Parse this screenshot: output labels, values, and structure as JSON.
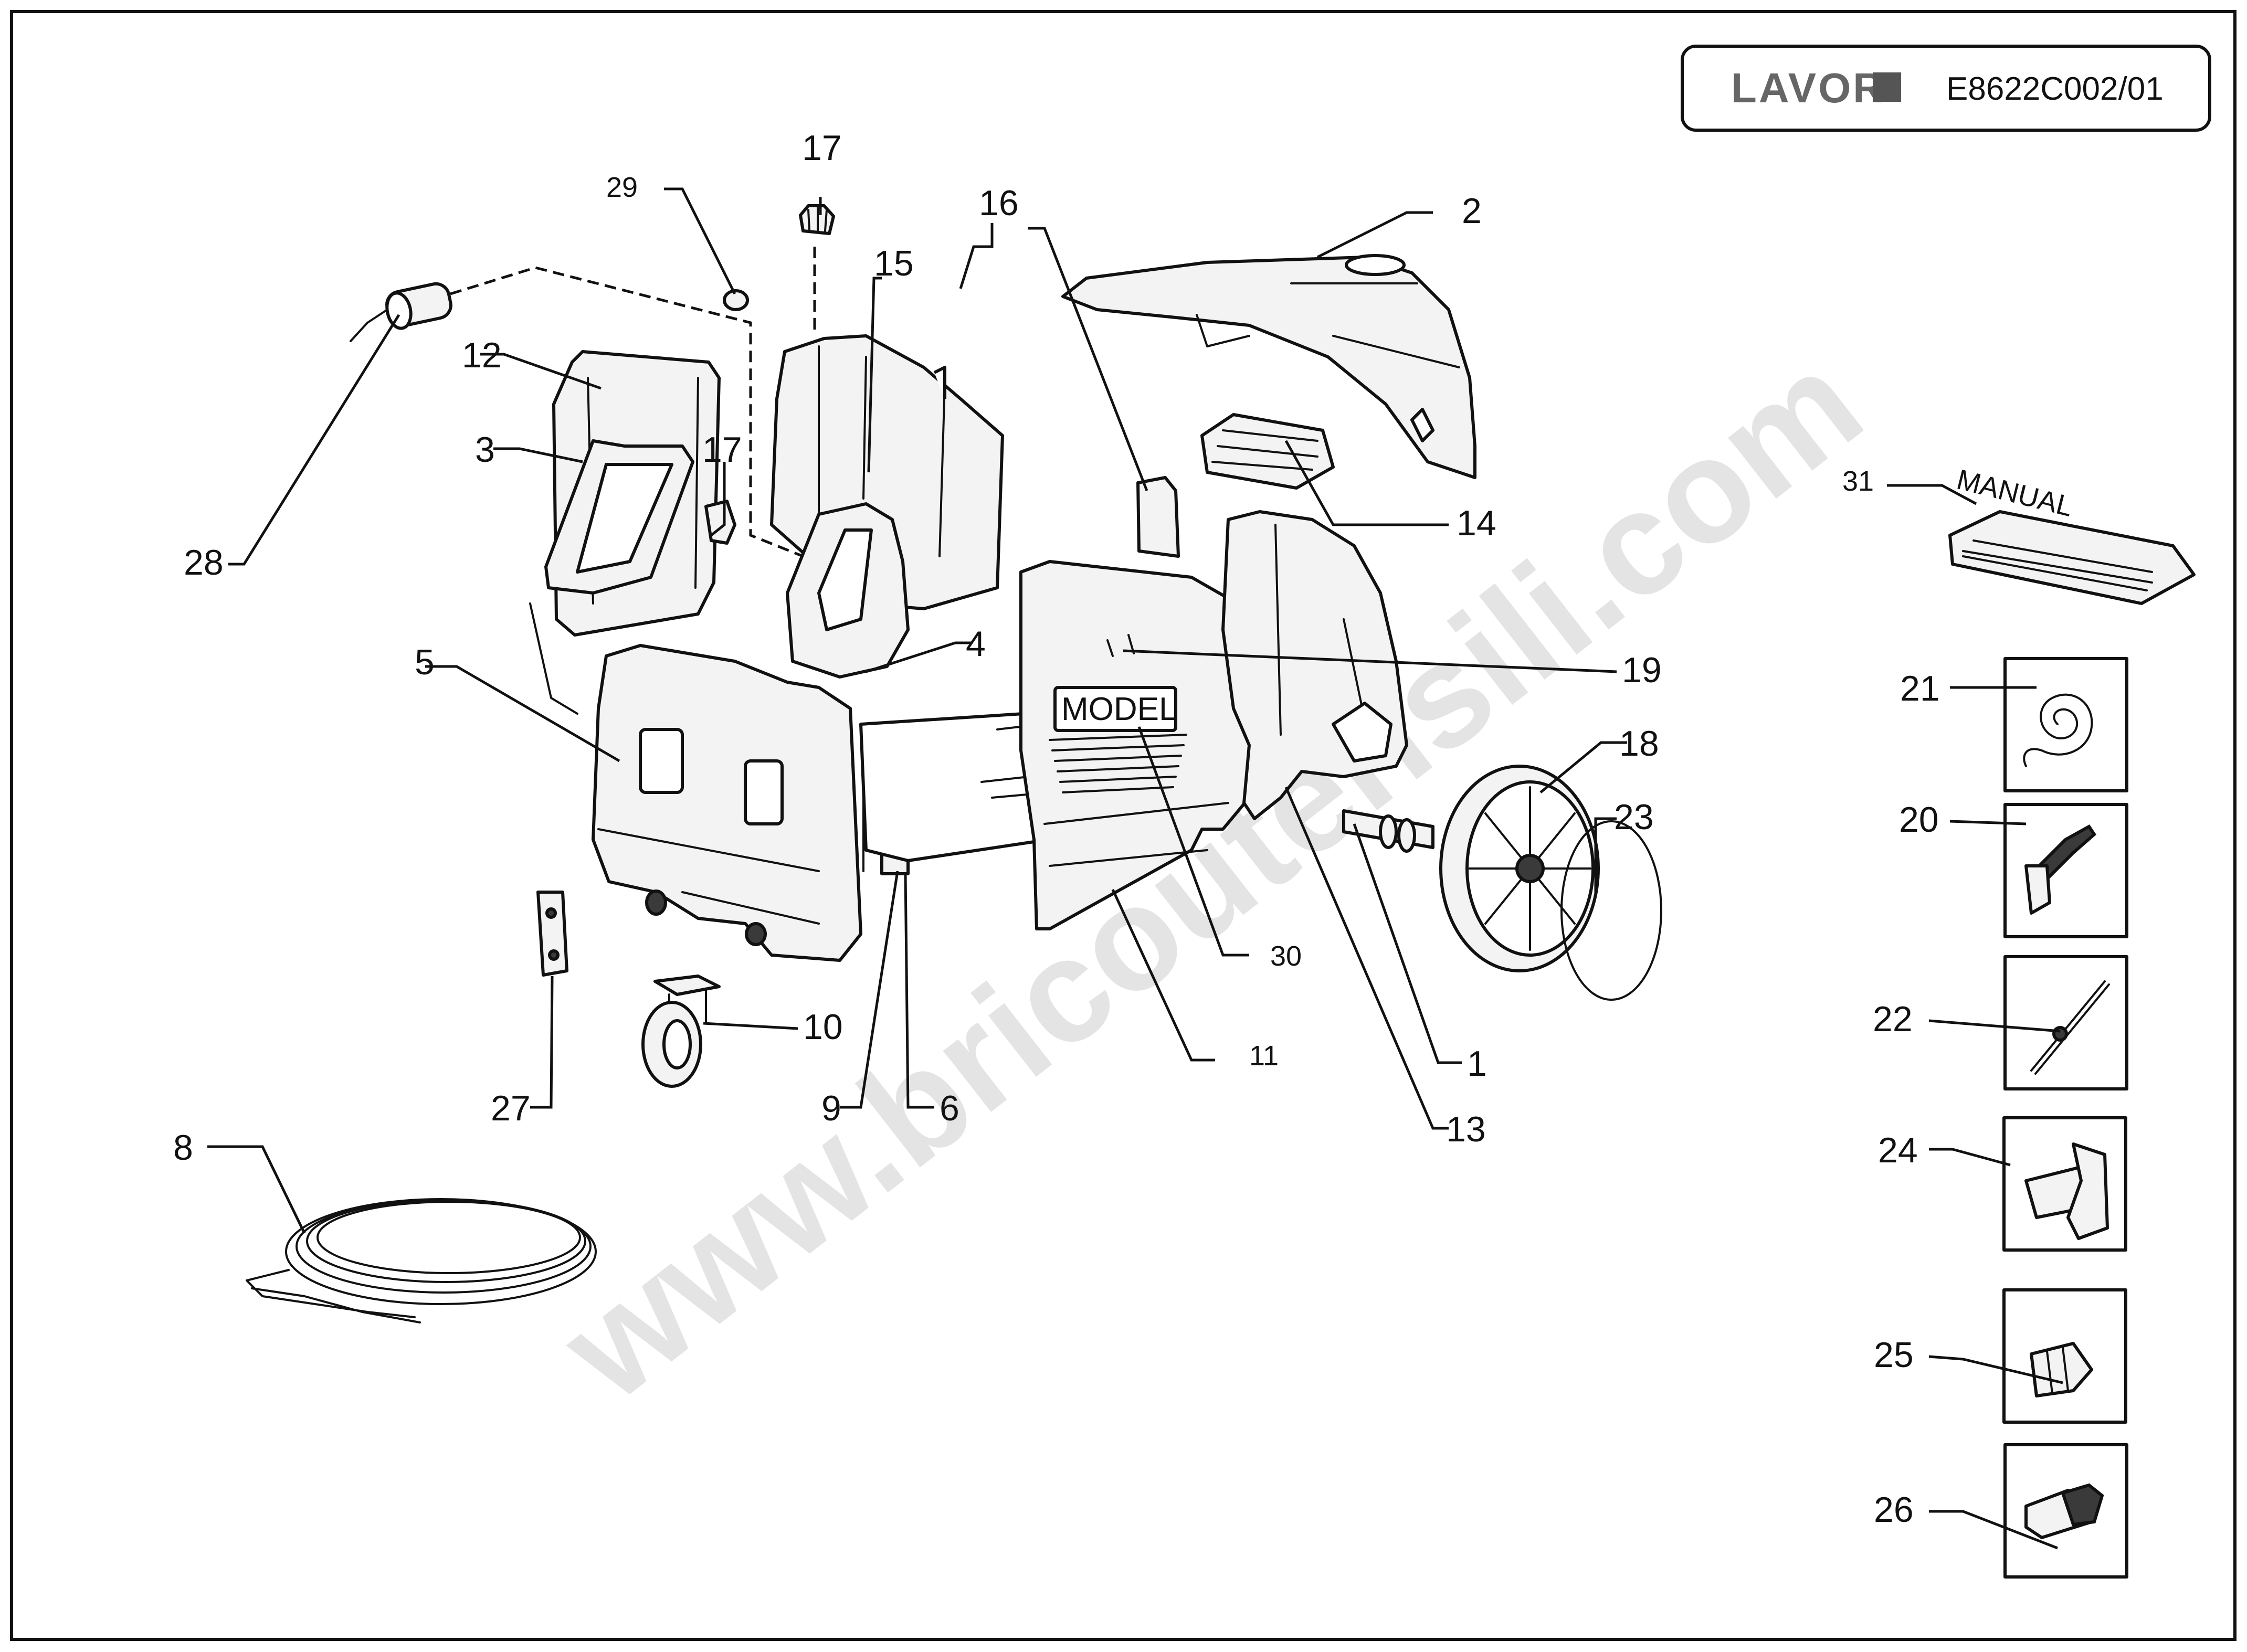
{
  "header": {
    "brand": "LAVOR",
    "drawing_code": "E8622C002/01"
  },
  "watermark": "www.bricoutensili.com",
  "model_plate": "MODEL",
  "manual_label": "MANUAL",
  "part_labels": [
    "1",
    "2",
    "3",
    "4",
    "5",
    "6",
    "8",
    "9",
    "10",
    "11",
    "12",
    "13",
    "14",
    "15",
    "16",
    "17",
    "17",
    "18",
    "19",
    "20",
    "21",
    "22",
    "23",
    "24",
    "25",
    "26",
    "27",
    "28",
    "29",
    "30",
    "31"
  ]
}
